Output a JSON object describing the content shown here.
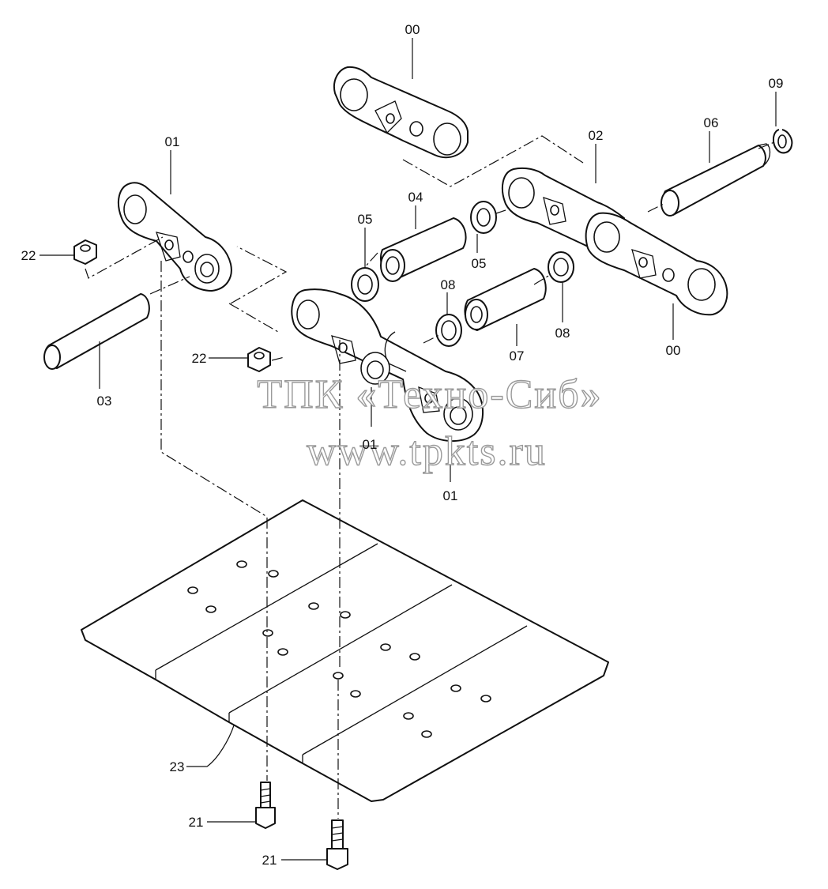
{
  "labels": {
    "link_top": "00",
    "link_right": "00",
    "link_left": "01",
    "link_front_a": "01",
    "link_front_b": "01",
    "link_master": "02",
    "pin_left": "03",
    "bushing": "04",
    "seal_left": "05",
    "seal_right": "05",
    "master_pin": "06",
    "master_bushing": "07",
    "spacer_left": "08",
    "spacer_right": "08",
    "snap_ring": "09",
    "bolt_a": "21",
    "bolt_b": "21",
    "nut_a": "22",
    "nut_b": "22",
    "shoe": "23"
  },
  "watermark": {
    "line1": "ТПК «Техно-Сиб»",
    "line2": "www.tpkts.ru"
  }
}
